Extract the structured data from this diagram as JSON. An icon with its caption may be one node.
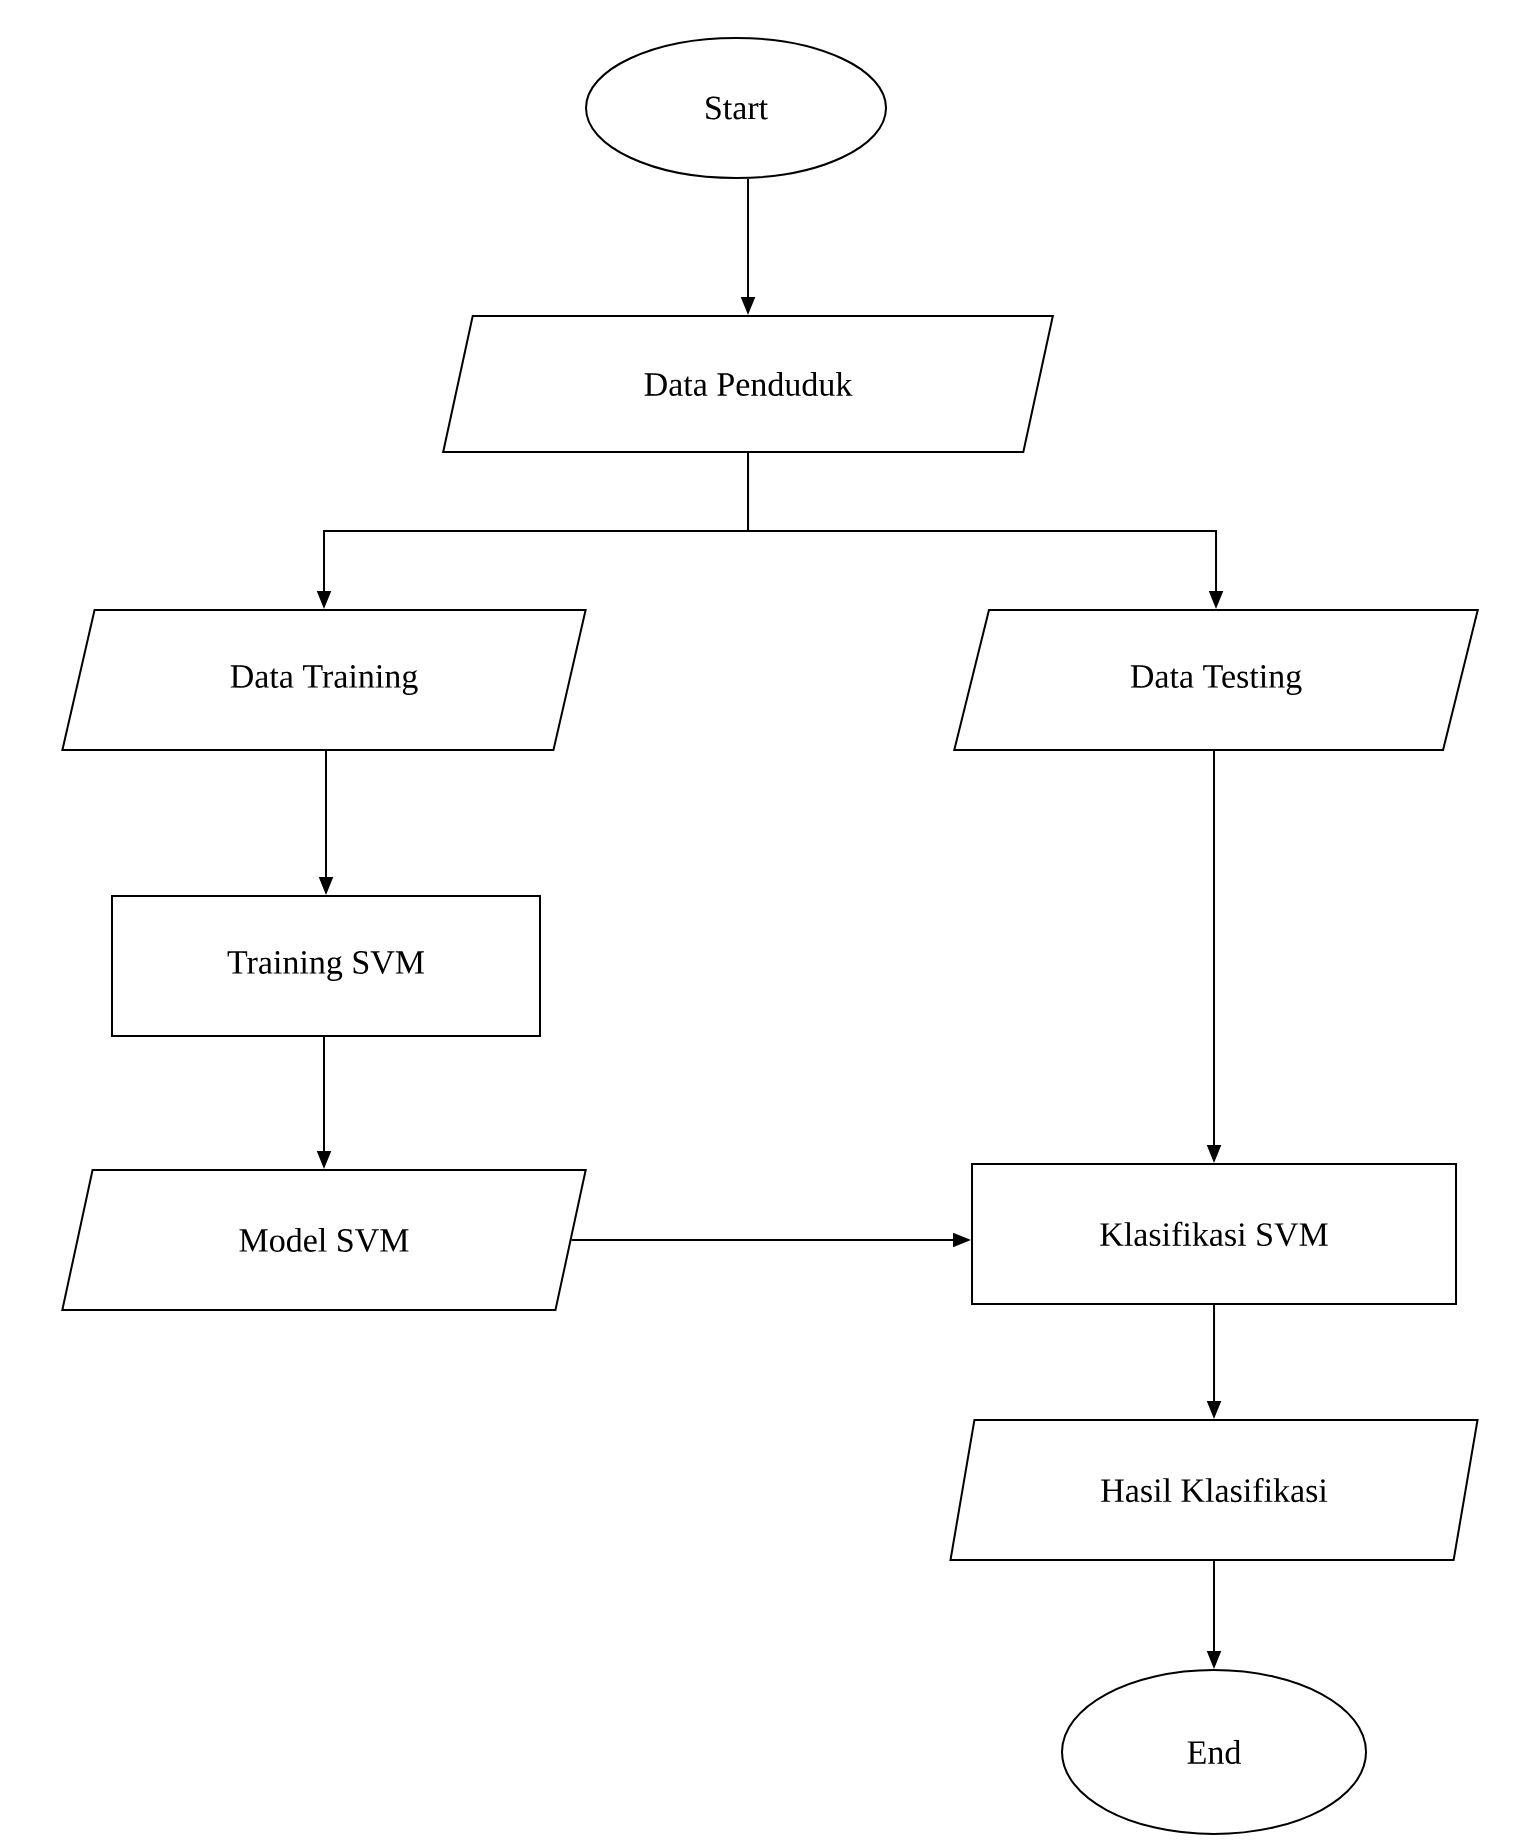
{
  "diagram": {
    "nodes": [
      {
        "text": [
          "Start"
        ]
      },
      {
        "text": [
          "Data Penduduk"
        ]
      },
      {
        "text": [
          "Data Training"
        ]
      },
      {
        "text": [
          "Data Testing"
        ]
      },
      {
        "text": [
          "Training SVM"
        ]
      },
      {
        "text": [
          "Model SVM"
        ]
      },
      {
        "text": [
          "Klasifikasi SVM"
        ]
      },
      {
        "text": [
          "Hasil Klasifikasi"
        ]
      },
      {
        "text": [
          "End"
        ]
      }
    ],
    "edges": [
      {
        "from": 0,
        "to": 1,
        "arrow": "to"
      },
      {
        "from": 1,
        "to": 2,
        "arrow": "to"
      },
      {
        "from": 1,
        "to": 3,
        "arrow": "to"
      },
      {
        "from": 2,
        "to": 4,
        "arrow": "to"
      },
      {
        "from": 4,
        "to": 5,
        "arrow": "to"
      },
      {
        "from": 3,
        "to": 6,
        "arrow": "to"
      },
      {
        "from": 5,
        "to": 6,
        "arrow": "to"
      },
      {
        "from": 6,
        "to": 7,
        "arrow": "to"
      },
      {
        "from": 7,
        "to": 8,
        "arrow": "to"
      }
    ]
  }
}
